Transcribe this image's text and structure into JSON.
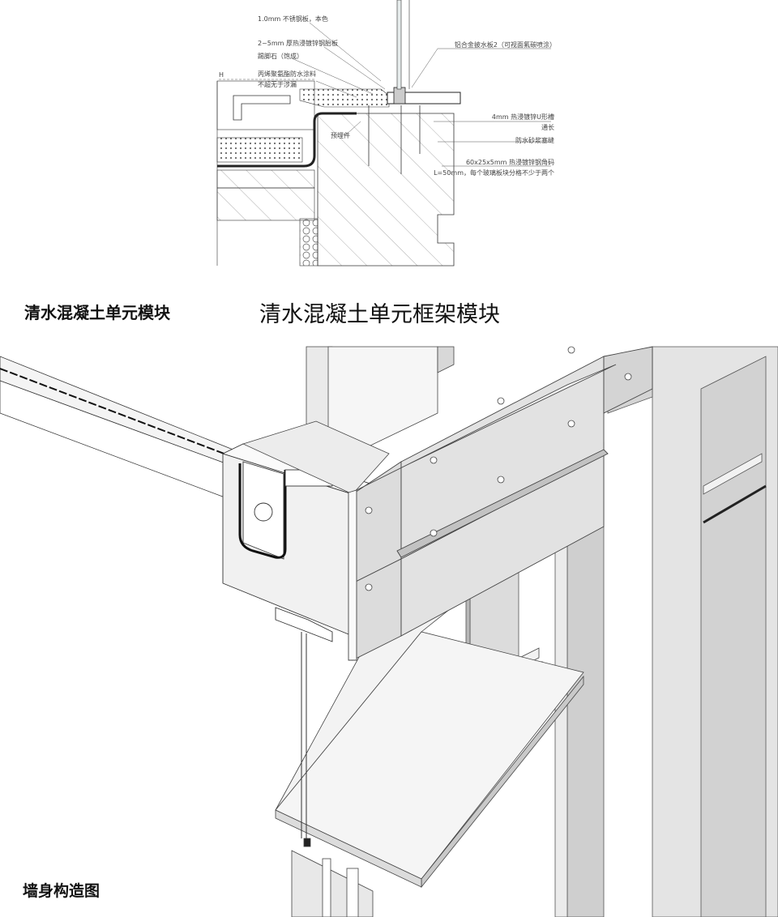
{
  "labels": {
    "left_caption": "清水混凝土单元模块",
    "main_title": "清水混凝土单元框架模块",
    "bottom_caption": "墙身构造图"
  },
  "detail_annotations": {
    "left": [
      "1.0mm 不锈钢板，本色",
      "2~5mm 厚热浸镀锌钢胎板",
      "踢脚石（饱成）",
      "丙烯聚氨酯防水涂料",
      "不超无于涉漏"
    ],
    "embed": "预埋件",
    "datum": "H",
    "right": [
      "铝合金披水板2（可视面氟碳喷涂）",
      "4mm 热浸镀锌U形槽",
      "通长",
      "防水砂浆塞缝",
      "60x25x5mm 热浸镀锌钢角码",
      "L=50mm，每个玻璃板块分格不少于两个"
    ]
  },
  "colors": {
    "concrete_light": "#ececec",
    "concrete_mid": "#d8d8d8",
    "concrete_dark": "#bdbdbd",
    "glass": "#e6ecec",
    "line": "#222222"
  }
}
